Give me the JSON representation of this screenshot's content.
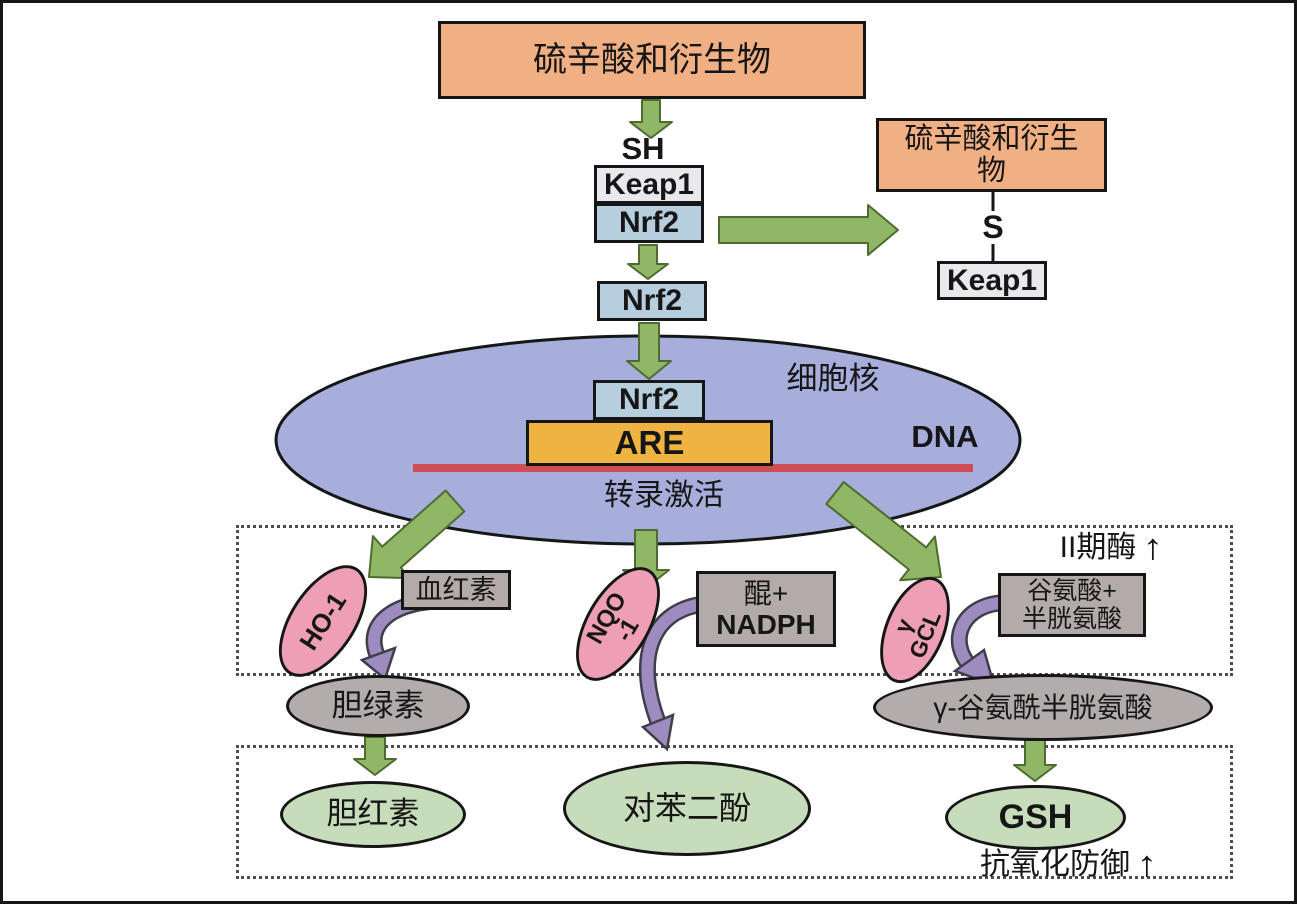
{
  "palette": {
    "orange_box": "#f1b083",
    "light_gray_box": "#e9e9ed",
    "light_blue_box": "#b7cedf",
    "nucleus_fill": "#a7aedb",
    "are_fill": "#eeb340",
    "dna_strand_red": "#cf4e55",
    "green_arrow": "#8fb765",
    "pink_enzyme": "#ee9fb6",
    "gray_box": "#b3aaaa",
    "gray_ellipse": "#b3acad",
    "green_ellipse": "#c6dcba",
    "purple_arrow": "#9e8bbf",
    "outline": "#161616"
  },
  "upper": {
    "lipoic_box": "硫辛酸和衍生物",
    "sh": "SH",
    "keap1": "Keap1",
    "nrf2": "Nrf2",
    "released": {
      "line1": "硫辛酸和衍生",
      "line2": "物",
      "s": "S",
      "keap1": "Keap1"
    },
    "free_nrf2": "Nrf2"
  },
  "nucleus": {
    "label": "细胞核",
    "nrf2": "Nrf2",
    "are": "ARE",
    "dna": "DNA",
    "activation": "转录激活"
  },
  "phase2": {
    "label": "II期酶",
    "up": "↑"
  },
  "branches": {
    "ho1": {
      "enzyme": "HO-1",
      "substrate": "血红素",
      "intermediate": "胆绿素",
      "product": "胆红素"
    },
    "nqo1": {
      "enzyme_line1": "NQO",
      "enzyme_line2": "-1",
      "substrate_line1": "醌+",
      "substrate_line2": "NADPH",
      "product": "对苯二酚"
    },
    "gcl": {
      "enzyme_line1": "γ",
      "enzyme_line2": "GCL",
      "substrate_line1": "谷氨酸+",
      "substrate_line2": "半胱氨酸",
      "intermediate": "γ-谷氨酰半胱氨酸",
      "product": "GSH"
    }
  },
  "antioxidant": {
    "label": "抗氧化防御",
    "up": "↑"
  }
}
